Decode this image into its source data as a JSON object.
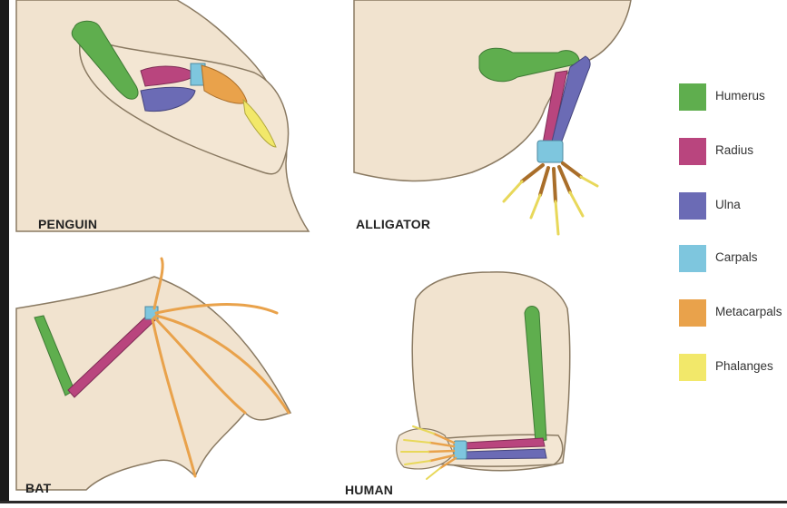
{
  "panels": {
    "penguin": {
      "label": "PENGUIN"
    },
    "alligator": {
      "label": "ALLIGATOR"
    },
    "bat": {
      "label": "BAT"
    },
    "human": {
      "label": "HUMAN"
    }
  },
  "legend": {
    "items": [
      {
        "label": "Humerus",
        "color": "#5fae4e"
      },
      {
        "label": "Radius",
        "color": "#b9457e"
      },
      {
        "label": "Ulna",
        "color": "#6b6bb5"
      },
      {
        "label": "Carpals",
        "color": "#7ec6de"
      },
      {
        "label": "Metacarpals",
        "color": "#e9a24b"
      },
      {
        "label": "Phalanges",
        "color": "#f2e86a"
      }
    ]
  },
  "colors": {
    "skin": "#f1e3cf",
    "skin_shadow": "#d8c4a8",
    "outline": "#8a7a62"
  }
}
